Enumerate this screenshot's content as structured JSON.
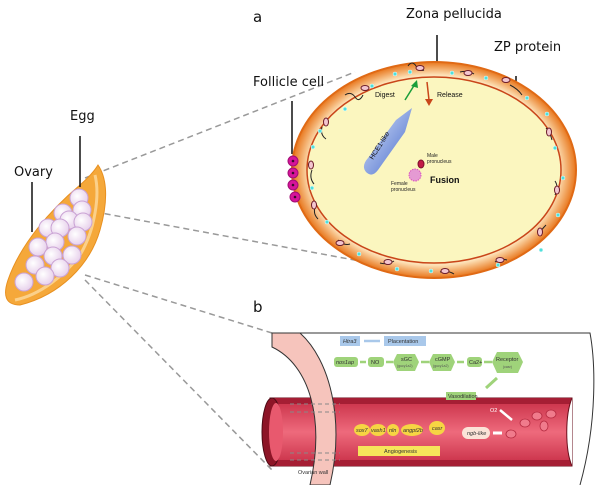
{
  "panels": {
    "a": "a",
    "b": "b"
  },
  "left": {
    "ovary_label": "Ovary",
    "egg_label": "Egg"
  },
  "panel_a": {
    "zona_pellucida_label": "Zona pellucida",
    "zp_protein_label": "ZP protein",
    "follicle_cell_label": "Follicle cell",
    "digest_label": "Digest",
    "release_label": "Release",
    "enzyme_label": "HCE1-like",
    "male_pronucleus_label": "Male pronucleus",
    "female_pronucleus_label": "Female pronucleus",
    "fusion_label": "Fusion"
  },
  "panel_b": {
    "htra3": "Htra3",
    "placentation": "Placentation",
    "pathway": [
      {
        "name": "nos1ap",
        "sub": ""
      },
      {
        "name": "NO",
        "sub": ""
      },
      {
        "name": "sGC",
        "sub": "(gucy1a2)"
      },
      {
        "name": "cGMP",
        "sub": "(gucy1a2)"
      },
      {
        "name": "Ca2+",
        "sub": ""
      },
      {
        "name": "Receptor",
        "sub": "(casr)"
      }
    ],
    "vasodilation": "Vasodilation",
    "angiogenesis_genes": [
      "sox7",
      "vash1",
      "nln",
      "angpt2b",
      "casr"
    ],
    "angiogenesis": "Angiogenesis",
    "ngb_like": "ngb-like",
    "o2": "O2",
    "ovarian_wall": "Ovarian wall"
  },
  "colors": {
    "ovary": "#f5a83a",
    "egg": "#f0e4f2",
    "zona": "#e8761c",
    "cytoplasm": "#fbf6bf",
    "follicle": "#d6149a",
    "vessel": "#d73b55",
    "pathway_box": "#9fd37a",
    "angio_bar": "#f6e55a",
    "htra_box": "#a9c8ea"
  }
}
